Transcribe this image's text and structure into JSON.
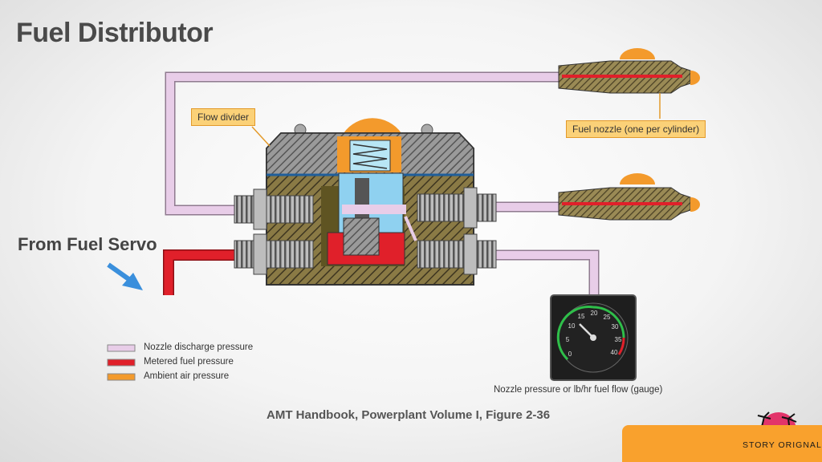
{
  "title": "Fuel Distributor",
  "from_servo_label": "From Fuel Servo",
  "callouts": {
    "flow_divider": "Flow divider",
    "fuel_nozzle": "Fuel nozzle (one per cylinder)"
  },
  "legend": [
    {
      "label": "Nozzle discharge pressure",
      "color": "#e8cde8"
    },
    {
      "label": "Metered fuel pressure",
      "color": "#e0202a"
    },
    {
      "label": "Ambient air pressure",
      "color": "#f39a2c"
    }
  ],
  "gauge": {
    "caption": "Nozzle pressure or lb/hr fuel flow (gauge)",
    "ticks": [
      "0",
      "5",
      "10",
      "15",
      "20",
      "25",
      "30",
      "35",
      "40"
    ]
  },
  "credit": "AMT Handbook, Powerplant Volume I, Figure 2-36",
  "brand": {
    "text": "STORY ORIGNAL"
  },
  "colors": {
    "nozzle_discharge": "#e8cde8",
    "metered_fuel": "#e0202a",
    "ambient_air": "#f39a2c",
    "arrow": "#3a8fdc",
    "brand_bg": "#f9a12d"
  }
}
